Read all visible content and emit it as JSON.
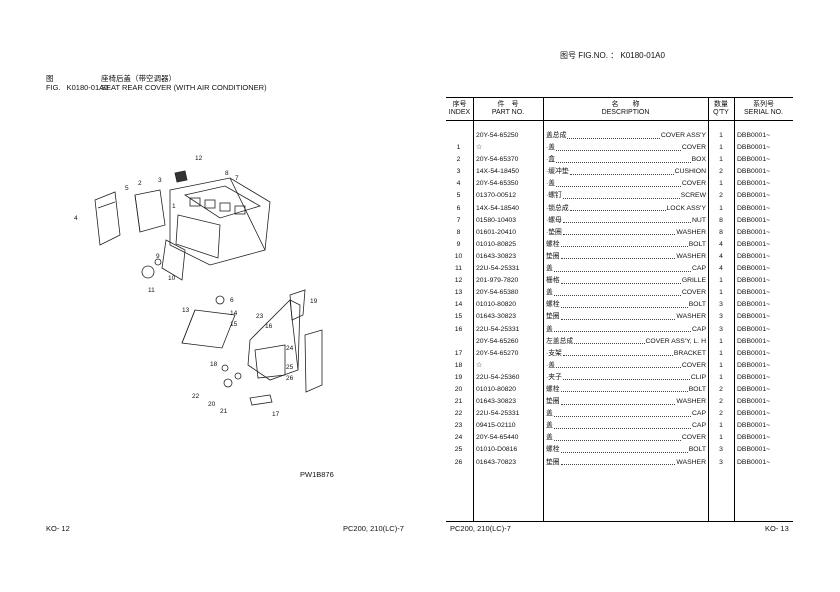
{
  "header": {
    "fig_label": "图号 FIG.NO.",
    "fig_colon": "：",
    "fig_number": "K0180-01A0"
  },
  "figure": {
    "cn_label": "图",
    "en_label": "FIG.",
    "code": "K0180-01A0",
    "title_cn": "座椅后盖（带空调器）",
    "title_en": "SEAT REAR COVER (WITH AIR CONDITIONER)",
    "diagram_code": "PW1B876",
    "callouts": [
      "1",
      "2",
      "3",
      "4",
      "5",
      "6",
      "7",
      "8",
      "9",
      "10",
      "11",
      "12",
      "13",
      "14",
      "15",
      "16",
      "17",
      "18",
      "19",
      "20",
      "21",
      "22",
      "23",
      "24",
      "25",
      "26"
    ]
  },
  "table": {
    "headers": {
      "index_cn": "序号",
      "index_en": "INDEX",
      "part_cn": "件　号",
      "part_en": "PART NO.",
      "desc_cn": "名　　称",
      "desc_en": "DESCRIPTION",
      "qty_cn": "数量",
      "qty_en": "Q'TY",
      "serial_cn": "系列号",
      "serial_en": "SERIAL NO."
    },
    "rows": [
      {
        "idx": "",
        "part": "20Y-54-65250",
        "cn": "盖总成",
        "en": "COVER ASS'Y",
        "qty": "1",
        "serial": "DBB0001~"
      },
      {
        "idx": "1",
        "part": "☆",
        "cn": "·盖",
        "en": "COVER",
        "qty": "1",
        "serial": "DBB0001~"
      },
      {
        "idx": "2",
        "part": "20Y-54-65370",
        "cn": "·盒",
        "en": "BOX",
        "qty": "1",
        "serial": "DBB0001~"
      },
      {
        "idx": "3",
        "part": "14X-54-18450",
        "cn": "·缓冲垫",
        "en": "CUSHION",
        "qty": "2",
        "serial": "DBB0001~"
      },
      {
        "idx": "4",
        "part": "20Y-54-65350",
        "cn": "·盖",
        "en": "COVER",
        "qty": "1",
        "serial": "DBB0001~"
      },
      {
        "idx": "5",
        "part": "01370-00512",
        "cn": "·螺钉",
        "en": "SCREW",
        "qty": "2",
        "serial": "DBB0001~"
      },
      {
        "idx": "6",
        "part": "14X-54-18540",
        "cn": "·锁总成",
        "en": "LOCK ASS'Y",
        "qty": "1",
        "serial": "DBB0001~"
      },
      {
        "idx": "7",
        "part": "01580-10403",
        "cn": "·螺母",
        "en": "NUT",
        "qty": "8",
        "serial": "DBB0001~"
      },
      {
        "idx": "8",
        "part": "01601-20410",
        "cn": "·垫圈",
        "en": "WASHER",
        "qty": "8",
        "serial": "DBB0001~"
      },
      {
        "idx": "9",
        "part": "01010-80825",
        "cn": "螺栓",
        "en": "BOLT",
        "qty": "4",
        "serial": "DBB0001~"
      },
      {
        "idx": "10",
        "part": "01643-30823",
        "cn": "垫圈",
        "en": "WASHER",
        "qty": "4",
        "serial": "DBB0001~"
      },
      {
        "idx": "11",
        "part": "22U-54-25331",
        "cn": "盖",
        "en": "CAP",
        "qty": "4",
        "serial": "DBB0001~"
      },
      {
        "idx": "12",
        "part": "201-979-7820",
        "cn": "栅格",
        "en": "GRILLE",
        "qty": "1",
        "serial": "DBB0001~"
      },
      {
        "idx": "13",
        "part": "20Y-54-65380",
        "cn": "盖",
        "en": "COVER",
        "qty": "1",
        "serial": "DBB0001~"
      },
      {
        "idx": "14",
        "part": "01010-80820",
        "cn": "螺栓",
        "en": "BOLT",
        "qty": "3",
        "serial": "DBB0001~"
      },
      {
        "idx": "15",
        "part": "01643-30823",
        "cn": "垫圈",
        "en": "WASHER",
        "qty": "3",
        "serial": "DBB0001~"
      },
      {
        "idx": "16",
        "part": "22U-54-25331",
        "cn": "盖",
        "en": "CAP",
        "qty": "3",
        "serial": "DBB0001~"
      },
      {
        "idx": "",
        "part": "20Y-54-65260",
        "cn": "左盖总成",
        "en": "COVER ASS'Y, L. H",
        "qty": "1",
        "serial": "DBB0001~"
      },
      {
        "idx": "17",
        "part": "20Y-54-65270",
        "cn": "·支架",
        "en": "BRACKET",
        "qty": "1",
        "serial": "DBB0001~"
      },
      {
        "idx": "18",
        "part": "☆",
        "cn": "·盖",
        "en": "COVER",
        "qty": "1",
        "serial": "DBB0001~"
      },
      {
        "idx": "19",
        "part": "22U-54-25360",
        "cn": "·夹子",
        "en": "CLIP",
        "qty": "1",
        "serial": "DBB0001~"
      },
      {
        "idx": "20",
        "part": "01010-80820",
        "cn": "螺栓",
        "en": "BOLT",
        "qty": "2",
        "serial": "DBB0001~"
      },
      {
        "idx": "21",
        "part": "01643-30823",
        "cn": "垫圈",
        "en": "WASHER",
        "qty": "2",
        "serial": "DBB0001~"
      },
      {
        "idx": "22",
        "part": "22U-54-25331",
        "cn": "盖",
        "en": "CAP",
        "qty": "2",
        "serial": "DBB0001~"
      },
      {
        "idx": "23",
        "part": "09415-02110",
        "cn": "盖",
        "en": "CAP",
        "qty": "1",
        "serial": "DBB0001~"
      },
      {
        "idx": "24",
        "part": "20Y-54-65440",
        "cn": "盖",
        "en": "COVER",
        "qty": "1",
        "serial": "DBB0001~"
      },
      {
        "idx": "25",
        "part": "01010-D0816",
        "cn": "螺栓",
        "en": "BOLT",
        "qty": "3",
        "serial": "DBB0001~"
      },
      {
        "idx": "26",
        "part": "01643-70823",
        "cn": "垫圈",
        "en": "WASHER",
        "qty": "3",
        "serial": "DBB0001~"
      }
    ]
  },
  "footer": {
    "page_left": "KO- 12",
    "model_left": "PC200, 210(LC)-7",
    "model_right": "PC200, 210(LC)-7",
    "page_right": "KO- 13"
  }
}
